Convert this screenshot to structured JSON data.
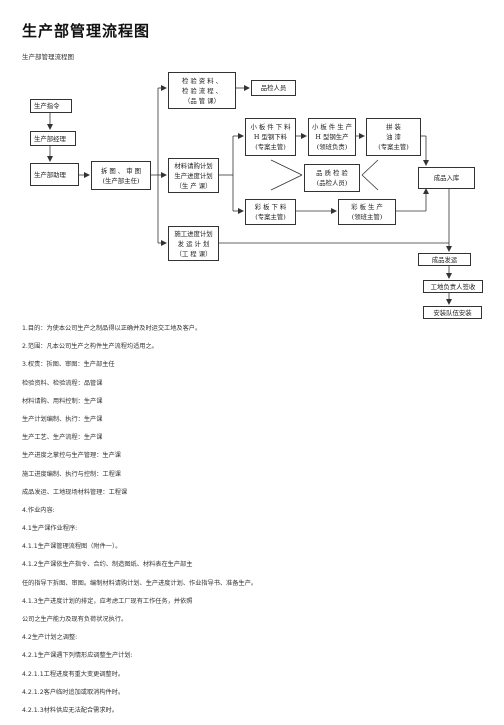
{
  "title": "生产部管理流程图",
  "subtitle": "生产部管理流程图",
  "flow": {
    "production_order": "生产指令",
    "production_manager": "生产部经理",
    "production_assistant": "生产部助理",
    "drawing_review": "拆 图 、 审 图\n(生产部主任)",
    "inspection_docs": "检 验 资 料 、\n检 验 流 程 、\n（品 管 课）",
    "qc_staff": "品检人员",
    "material_plan": "材料请购计划\n生产进度计划\n（生 产 课）",
    "construction_plan": "施工进度计划\n发 运 计 划\n（工 程 课）",
    "small_plate_cutting": "小 板 件 下 料\nH 型钢下料\n(专案主管)",
    "small_plate_production": "小 板 件 生 产\nH 型钢生产\n(领班负责)",
    "spray_paint": "拼    装\n油    漆\n(专案主管)",
    "quality_check": "品 质 检 验\n(品检人员)",
    "finished_storage": "成品入库",
    "color_plate_cutting": "彩 板 下 料\n(专案主管)",
    "color_plate_production": "彩 板 生 产\n(领班主管)",
    "finished_shipping": "成品发运",
    "site_signoff": "工地负责人签收",
    "install_team": "安装队伍安装"
  },
  "body_lines": [
    "1.目的：为使本公司生产之制品得以正确并及时运交工地及客户。",
    "2.范围：凡本公司生产之构件生产流程均适用之。",
    "3.权责：拆图、审图：生产部主任",
    "检验资料、检验流程：品管课",
    "材料请购、用料控制：生产课",
    "生产计划编制、执行：生产课",
    "生产工艺、生产流程：生产课",
    "生产进度之掌控与生产管理：生产课",
    "施工进度编制、执行与控制：工程课",
    "成品发运、工地现场材料管理：工程课",
    "4.作业内容:",
    "4.1生产课作业程序:",
    "4.1.1生产课管理流程图（附件一）。",
    "4.1.2生产课依生产指令、合约、制造图纸、材料表在生产部主",
    "任的指导下拆图、审图。编制材料请购计划、生产进度计划、作业指导书、准备生产。",
    "4.1.3生产进度计划的排定，应考虑工厂现有工作任务，并依照",
    "公司之生产能力及现有负荷状况执行。",
    "4.2生产计划之调整:",
    "4.2.1生产课遇下列情形应调整生产计划:",
    "4.2.1.1工程进度有重大变更调整时。",
    "4.2.1.2客户临时追加或取消构件时。",
    "4.2.1.3材料供应无法配合需求时。"
  ]
}
